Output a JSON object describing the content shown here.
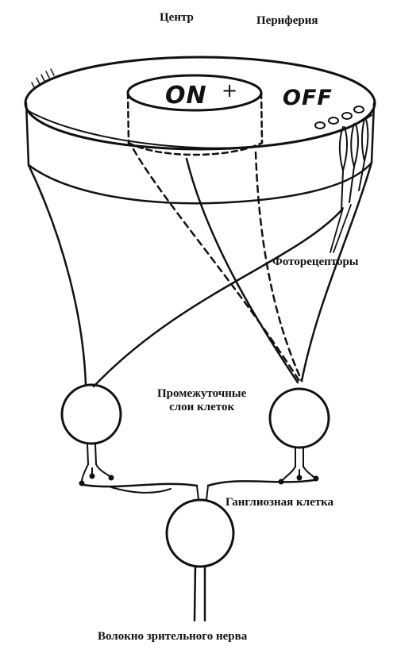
{
  "labels": {
    "center": "Центр",
    "periphery": "Периферия",
    "on": "ON",
    "plus": "+",
    "off": "OFF",
    "photoreceptors": "Фоторецепторы",
    "intermediate_layers": "Промежуточные\nслои клеток",
    "ganglion_cell": "Ганглиозная клетка",
    "optic_nerve_fiber": "Волокно зрительного нерва"
  },
  "colors": {
    "ink": "#111111",
    "background": "#ffffff"
  }
}
